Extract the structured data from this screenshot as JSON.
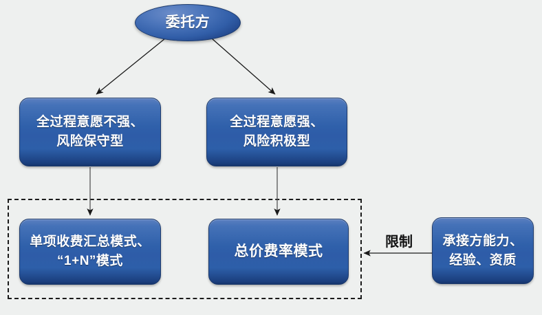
{
  "diagram": {
    "title_node": {
      "id": "client",
      "label": "委托方",
      "shape": "ellipse"
    },
    "branch_nodes": [
      {
        "id": "low-will",
        "label_line1": "全过程意愿不强、",
        "label_line2": "风险保守型"
      },
      {
        "id": "high-will",
        "label_line1": "全过程意愿强、",
        "label_line2": "风险积极型"
      }
    ],
    "mode_nodes": [
      {
        "id": "itemized-mode",
        "label_line1": "单项收费汇总模式、",
        "label_line2": "“1+N”模式"
      },
      {
        "id": "lumpsum-rate-mode",
        "label_line1": "总价费率模式",
        "label_line2": ""
      }
    ],
    "constraint_node": {
      "id": "contractor-capability",
      "label_line1": "承接方能力、",
      "label_line2": "经验、资质"
    },
    "edge_labels": {
      "restriction": "限制"
    },
    "colors": {
      "background": "#eef0ef",
      "node_fill_top": "#5b7fc0",
      "node_fill_bottom": "#16356d",
      "node_border": "#1d3a6b",
      "node_text": "#ffffff",
      "connector": "#1a1a1a",
      "dashed_group_border": "#1a1a1a"
    }
  }
}
